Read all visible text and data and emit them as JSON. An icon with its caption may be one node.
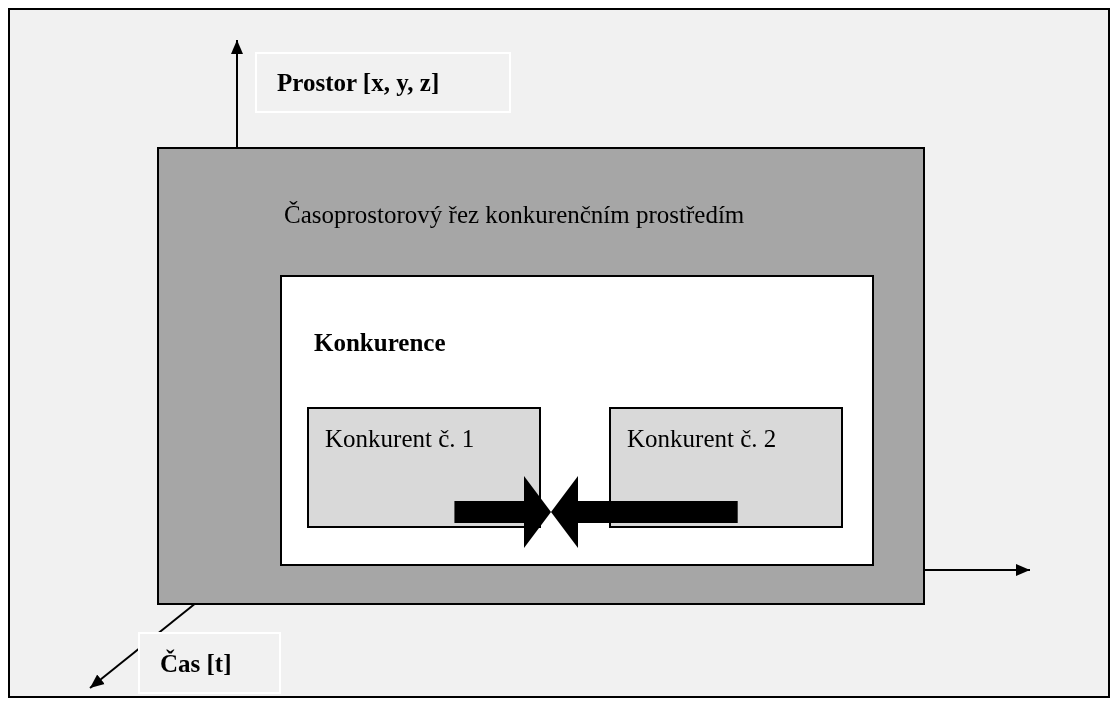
{
  "diagram": {
    "nodes": [
      {
        "text": [
          "Prostor [x, y, z]"
        ]
      },
      {
        "text": [
          "Časoprostorový řez konkurenčním prostředím"
        ]
      },
      {
        "text": [
          "Konkurence"
        ],
        "in": 1
      },
      {
        "text": [
          "Konkurent č. 1"
        ],
        "in": 2
      },
      {
        "text": [
          "Konkurent č. 2"
        ],
        "in": 2
      },
      {
        "text": [
          "Čas [t]"
        ]
      }
    ],
    "edges": [
      {
        "from": 3,
        "to": 4,
        "arrow": "to"
      },
      {
        "from": 4,
        "to": 3,
        "arrow": "to"
      }
    ]
  }
}
